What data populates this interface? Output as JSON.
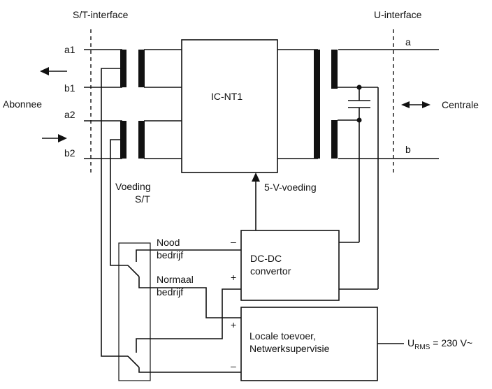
{
  "labels": {
    "st_interface": "S/T-interface",
    "u_interface": "U-interface",
    "abonnee": "Abonnee",
    "centrale": "Centrale",
    "a1": "a1",
    "b1": "b1",
    "a2": "a2",
    "b2": "b2",
    "a": "a",
    "b": "b",
    "ic_nt1": "IC-NT1",
    "voeding_line1": "Voeding",
    "voeding_line2": "S/T",
    "five_v": "5-V-voeding",
    "nood_line1": "Nood",
    "nood_line2": "bedrijf",
    "normaal_line1": "Normaal",
    "normaal_line2": "bedrijf",
    "dcdc_line1": "DC-DC",
    "dcdc_line2": "convertor",
    "locale_line1": "Locale toevoer,",
    "locale_line2": "Netwerksupervisie",
    "urms_main": "U",
    "urms_sub": "RMS",
    "urms_value": " = 230 V~",
    "minus": "–",
    "plus": "+"
  }
}
